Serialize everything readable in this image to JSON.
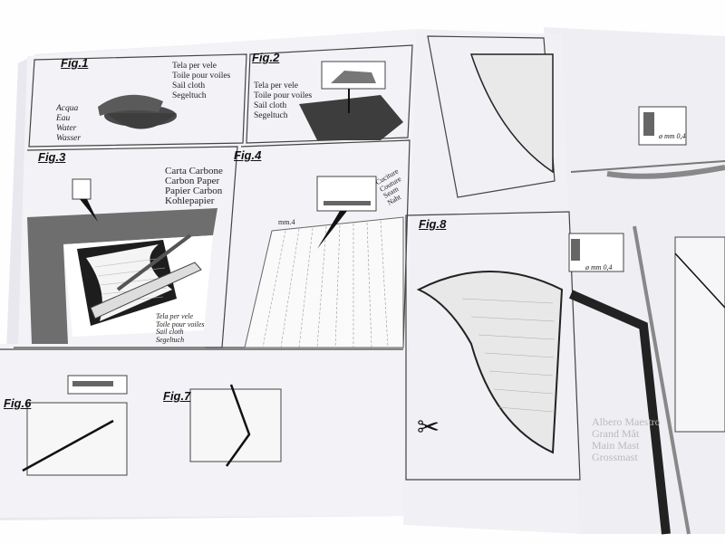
{
  "figures": {
    "fig1": {
      "title": "Fig.1",
      "cloth": [
        "Tela per vele",
        "Toile pour voiles",
        "Sail cloth",
        "Segeltuch"
      ],
      "water": [
        "Acqua",
        "Eau",
        "Water",
        "Wasser"
      ]
    },
    "fig2": {
      "title": "Fig.2",
      "cloth": [
        "Tela per vele",
        "Toile pour voiles",
        "Sail cloth",
        "Segeltuch"
      ]
    },
    "fig3": {
      "title": "Fig.3",
      "carbon": [
        "Carta Carbone",
        "Carbon Paper",
        "Papier Carbon",
        "Kohlepapier"
      ],
      "cloth": [
        "Tela per vele",
        "Toile pour voiles",
        "Sail cloth",
        "Segeltuch"
      ]
    },
    "fig4": {
      "title": "Fig.4",
      "measure": "mm.4",
      "seam": [
        "Cuciture",
        "Couture",
        "Seam",
        "Naht"
      ]
    },
    "fig6": {
      "title": "Fig.6"
    },
    "fig7": {
      "title": "Fig.7"
    },
    "fig8": {
      "title": "Fig.8"
    }
  },
  "right_page": {
    "thread_top": "ø mm 0,4",
    "thread_mid": "ø mm 0,4",
    "mast": [
      "Albero Maestro",
      "Grand Mât",
      "Main Mast",
      "Grossmast"
    ]
  }
}
